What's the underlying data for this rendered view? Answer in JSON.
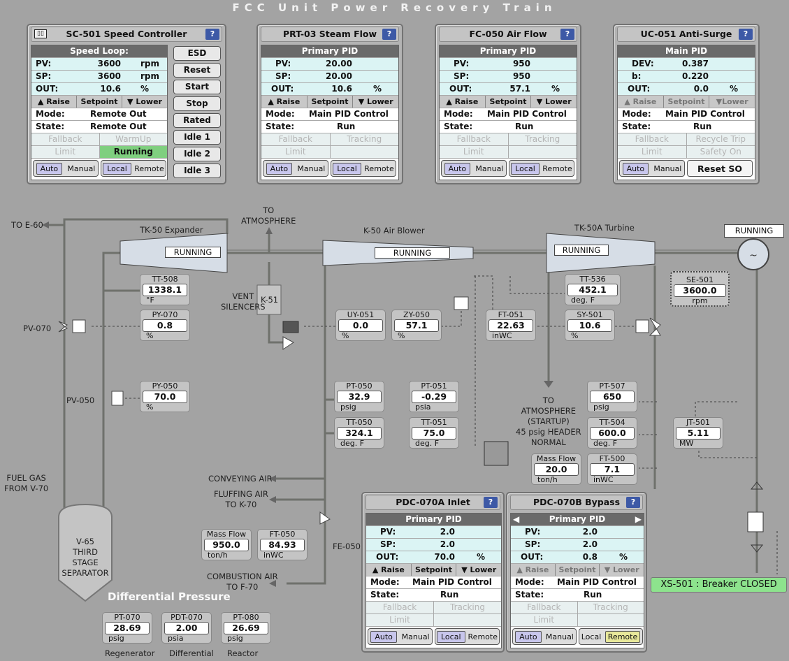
{
  "title": "FCC Unit Power Recovery Train",
  "colors": {
    "background": "#a3a3a3",
    "pv_row": "#dbf4f4",
    "running": "#7fcf7f",
    "breaker": "#8de38d",
    "help": "#3d59a6"
  },
  "fp1": {
    "title": "SC-501 Speed Controller",
    "loop": "Speed Loop:",
    "pv": {
      "l": "PV:",
      "v": "3600",
      "u": "rpm"
    },
    "sp": {
      "l": "SP:",
      "v": "3600",
      "u": "rpm"
    },
    "out": {
      "l": "OUT:",
      "v": "10.6",
      "u": "%"
    },
    "raise": "▲ Raise",
    "setpoint": "Setpoint",
    "lower": "▼ Lower",
    "mode_l": "Mode:",
    "mode": "Remote Out",
    "state_l": "State:",
    "state": "Remote Out",
    "fallback": "Fallback",
    "warmup": "WarmUp",
    "limit": "Limit",
    "running": "Running",
    "auto": "Auto",
    "manual": "Manual",
    "local": "Local",
    "remote": "Remote",
    "buttons": [
      "ESD",
      "Reset",
      "Start",
      "Stop",
      "Rated",
      "Idle 1",
      "Idle 2",
      "Idle 3"
    ]
  },
  "fp2": {
    "title": "PRT-03 Steam Flow",
    "loop": "Primary PID",
    "pv": {
      "l": "PV:",
      "v": "20.00",
      "u": ""
    },
    "sp": {
      "l": "SP:",
      "v": "20.00",
      "u": ""
    },
    "out": {
      "l": "OUT:",
      "v": "10.6",
      "u": "%"
    },
    "raise": "▲ Raise",
    "setpoint": "Setpoint",
    "lower": "▼ Lower",
    "mode_l": "Mode:",
    "mode": "Main PID Control",
    "state_l": "State:",
    "state": "Run",
    "c1": "Fallback",
    "c2": "Tracking",
    "c3": "Limit",
    "c4": "",
    "auto": "Auto",
    "manual": "Manual",
    "local": "Local",
    "remote": "Remote"
  },
  "fp3": {
    "title": "FC-050 Air Flow",
    "loop": "Primary PID",
    "pv": {
      "l": "PV:",
      "v": "950",
      "u": ""
    },
    "sp": {
      "l": "SP:",
      "v": "950",
      "u": ""
    },
    "out": {
      "l": "OUT:",
      "v": "57.1",
      "u": "%"
    },
    "raise": "▲ Raise",
    "setpoint": "Setpoint",
    "lower": "▼ Lower",
    "mode_l": "Mode:",
    "mode": "Main PID Control",
    "state_l": "State:",
    "state": "Run",
    "c1": "Fallback",
    "c2": "Tracking",
    "c3": "Limit",
    "c4": "",
    "auto": "Auto",
    "manual": "Manual",
    "local": "Local",
    "remote": "Remote"
  },
  "fp4": {
    "title": "UC-051 Anti-Surge",
    "loop": "Main PID",
    "pv": {
      "l": "DEV:",
      "v": "0.387",
      "u": ""
    },
    "sp": {
      "l": "b:",
      "v": "0.220",
      "u": ""
    },
    "out": {
      "l": "OUT:",
      "v": "0.0",
      "u": "%"
    },
    "raise": "▲ Raise",
    "setpoint": "Setpoint",
    "lower": "▼Lower",
    "mode_l": "Mode:",
    "mode": "Main PID Control",
    "state_l": "State:",
    "state": "Run",
    "c1": "Fallback",
    "c2": "Recycle Trip",
    "c3": "Limit",
    "c4": "Safety On",
    "auto": "Auto",
    "manual": "Manual",
    "reset_so": "Reset SO"
  },
  "fp5": {
    "title": "PDC-070A Inlet",
    "loop": "Primary PID",
    "pv": {
      "l": "PV:",
      "v": "2.0",
      "u": ""
    },
    "sp": {
      "l": "SP:",
      "v": "2.0",
      "u": ""
    },
    "out": {
      "l": "OUT:",
      "v": "70.0",
      "u": "%"
    },
    "raise": "▲ Raise",
    "setpoint": "Setpoint",
    "lower": "▼ Lower",
    "mode_l": "Mode:",
    "mode": "Main PID Control",
    "state_l": "State:",
    "state": "Run",
    "c1": "Fallback",
    "c2": "Tracking",
    "c3": "Limit",
    "c4": "",
    "auto": "Auto",
    "manual": "Manual",
    "local": "Local",
    "remote": "Remote"
  },
  "fp6": {
    "title": "PDC-070B Bypass",
    "loop": "Primary PID",
    "pv": {
      "l": "PV:",
      "v": "2.0",
      "u": ""
    },
    "sp": {
      "l": "SP:",
      "v": "2.0",
      "u": ""
    },
    "out": {
      "l": "OUT:",
      "v": "0.8",
      "u": "%"
    },
    "raise": "▲ Raise",
    "setpoint": "Setpoint",
    "lower": "▼ Lower",
    "mode_l": "Mode:",
    "mode": "Main PID Control",
    "state_l": "State:",
    "state": "Run",
    "c1": "Fallback",
    "c2": "Tracking",
    "c3": "Limit",
    "c4": "",
    "auto": "Auto",
    "manual": "Manual",
    "local": "Local",
    "remote": "Remote"
  },
  "tags": {
    "tt508": {
      "n": "TT-508",
      "v": "1338.1",
      "u": "°F"
    },
    "py070": {
      "n": "PY-070",
      "v": "0.8",
      "u": "%"
    },
    "py050": {
      "n": "PY-050",
      "v": "70.0",
      "u": "%"
    },
    "uy051": {
      "n": "UY-051",
      "v": "0.0",
      "u": "%"
    },
    "zy050": {
      "n": "ZY-050",
      "v": "57.1",
      "u": "%"
    },
    "ft051": {
      "n": "FT-051",
      "v": "22.63",
      "u": "inWC"
    },
    "tt536": {
      "n": "TT-536",
      "v": "452.1",
      "u": "deg. F"
    },
    "sy501": {
      "n": "SY-501",
      "v": "10.6",
      "u": "%"
    },
    "se501": {
      "n": "SE-501",
      "v": "3600.0",
      "u": "rpm"
    },
    "pt050": {
      "n": "PT-050",
      "v": "32.9",
      "u": "psig"
    },
    "pt051": {
      "n": "PT-051",
      "v": "-0.29",
      "u": "psia"
    },
    "tt050": {
      "n": "TT-050",
      "v": "324.1",
      "u": "deg. F"
    },
    "tt051": {
      "n": "TT-051",
      "v": "75.0",
      "u": "deg. F"
    },
    "pt507": {
      "n": "PT-507",
      "v": "650",
      "u": "psig"
    },
    "tt504": {
      "n": "TT-504",
      "v": "600.0",
      "u": "deg. F"
    },
    "jt501": {
      "n": "JT-501",
      "v": "5.11",
      "u": "MW"
    },
    "mf1": {
      "n": "Mass Flow",
      "v": "20.0",
      "u": "ton/h"
    },
    "ft500": {
      "n": "FT-500",
      "v": "7.1",
      "u": "inWC"
    },
    "mf2": {
      "n": "Mass Flow",
      "v": "950.0",
      "u": "ton/h"
    },
    "ft050": {
      "n": "FT-050",
      "v": "84.93",
      "u": "inWC"
    },
    "pt070": {
      "n": "PT-070",
      "v": "28.69",
      "u": "psig"
    },
    "pdt070": {
      "n": "PDT-070",
      "v": "2.00",
      "u": "psia"
    },
    "pt080": {
      "n": "PT-080",
      "v": "26.69",
      "u": "psig"
    }
  },
  "labels": {
    "to_e60": "TO E-60",
    "tk50": "TK-50 Expander",
    "to_atm": "TO\nATMOSPHERE",
    "k50": "K-50 Air Blower",
    "tk50a": "TK-50A Turbine",
    "vent": "VENT\nSILENCERS",
    "k51": "K-51",
    "pv070": "PV-070",
    "pv050": "PV-050",
    "fuel": "FUEL GAS\nFROM V-70",
    "v65": "V-65\nTHIRD\nSTAGE\nSEPARATOR",
    "conv": "CONVEYING AIR",
    "fluff": "FLUFFING AIR\nTO K-70",
    "comb": "COMBUSTION AIR\nTO F-70",
    "fe050": "FE-050",
    "to_atm2": "TO\nATMOSPHERE\n(STARTUP)\n45 psig HEADER\nNORMAL",
    "run1": "RUNNING",
    "run2": "RUNNING",
    "run3": "RUNNING",
    "run4": "RUNNING",
    "dp": "Differential Pressure",
    "regen": "Regenerator",
    "diff": "Differential",
    "reactor": "Reactor",
    "xs": "XS-501 : Breaker CLOSED"
  }
}
